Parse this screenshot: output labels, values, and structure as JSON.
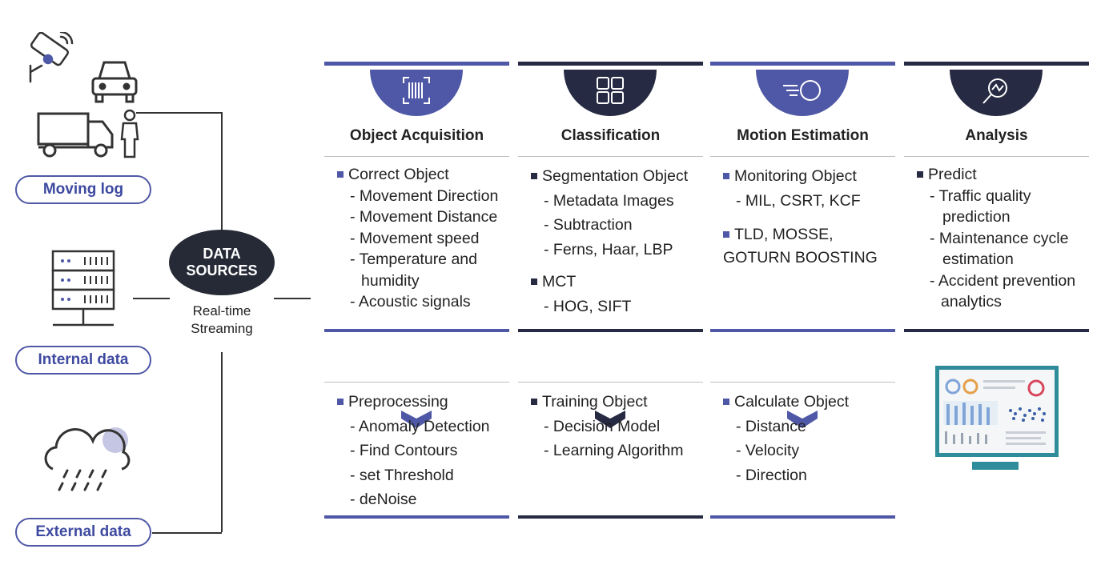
{
  "sources": {
    "moving_log": "Moving log",
    "internal_data": "Internal data",
    "external_data": "External data",
    "center_title_line1": "DATA",
    "center_title_line2": "SOURCES",
    "streaming_line1": "Real-time",
    "streaming_line2": "Streaming"
  },
  "columns": [
    {
      "title": "Object Acquisition",
      "icon": "barcode-scan-icon",
      "accent": "#4f58a6",
      "top_groups": [
        {
          "label": "Correct Object",
          "subs": [
            "Movement Direction",
            "Movement Distance",
            "Movement speed",
            "Temperature and",
            "humidity",
            "Acoustic signals"
          ]
        }
      ],
      "bottom_groups": [
        {
          "label": "Preprocessing",
          "subs": [
            "Anomaly Detection",
            "Find Contours",
            "set Threshold",
            "deNoise"
          ]
        }
      ]
    },
    {
      "title": "Classification",
      "icon": "grid-icon",
      "accent": "#262a42",
      "top_groups": [
        {
          "label": "Segmentation Object",
          "subs": [
            "Metadata Images",
            "Subtraction",
            "Ferns, Haar, LBP"
          ]
        },
        {
          "label": "MCT",
          "subs": [
            "HOG, SIFT"
          ]
        }
      ],
      "bottom_groups": [
        {
          "label": "Training Object",
          "subs": [
            "Decision Model",
            "Learning Algorithm"
          ]
        }
      ]
    },
    {
      "title": "Motion Estimation",
      "icon": "motion-circle-icon",
      "accent": "#4f58a6",
      "top_groups": [
        {
          "label": "Monitoring Object",
          "subs": [
            "MIL, CSRT, KCF"
          ]
        },
        {
          "label": "TLD, MOSSE,",
          "subs": []
        }
      ],
      "top_extra": "GOTURN BOOSTING",
      "bottom_groups": [
        {
          "label": "Calculate Object",
          "subs": [
            "Distance",
            "Velocity",
            "Direction"
          ]
        }
      ]
    },
    {
      "title": "Analysis",
      "icon": "analytics-magnifier-icon",
      "accent": "#262a42",
      "top_groups": [
        {
          "label": "Predict",
          "subs": [
            "Traffic quality",
            "prediction",
            "Maintenance cycle",
            "estimation",
            "Accident prevention",
            "analytics"
          ]
        }
      ],
      "bottom_groups": []
    }
  ],
  "colors": {
    "blue": "#4f58a6",
    "navy": "#262a42",
    "monitor": "#2f8c9a"
  }
}
